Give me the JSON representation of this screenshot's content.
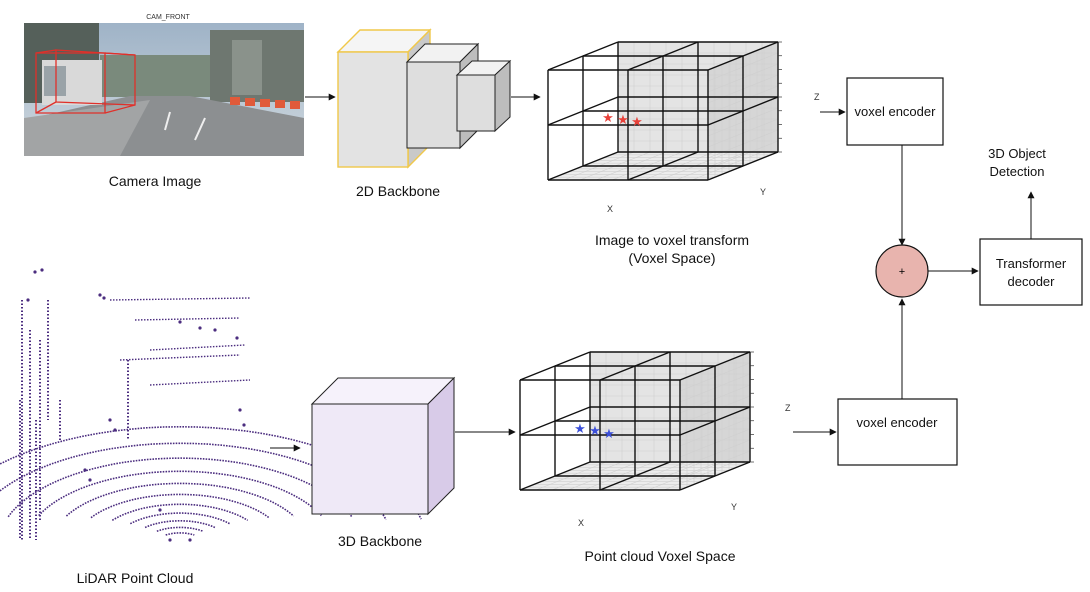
{
  "camera": {
    "caption": "CAM_FRONT",
    "label": "Camera Image"
  },
  "lidar": {
    "label": "LiDAR Point Cloud"
  },
  "backbone2d": {
    "label": "2D Backbone"
  },
  "backbone3d": {
    "label": "3D Backbone"
  },
  "voxel_top": {
    "label_line1": "Image to voxel transform",
    "label_line2": "(Voxel Space)",
    "axis_x": "X",
    "axis_y": "Y",
    "axis_z": "Z",
    "star_color": "#e8413a"
  },
  "voxel_bottom": {
    "label": "Point cloud  Voxel Space",
    "axis_x": "X",
    "axis_y": "Y",
    "axis_z": "Z",
    "star_color": "#3b4fd9"
  },
  "encoder_top": {
    "label": "voxel encoder"
  },
  "encoder_bottom": {
    "label": "voxel encoder"
  },
  "fusion": {
    "symbol": "+",
    "fill": "#e8b4ae"
  },
  "decoder": {
    "label_line1": "Transformer",
    "label_line2": "decoder"
  },
  "output": {
    "label_line1": "3D Object",
    "label_line2": "Detection"
  },
  "colors": {
    "backbone2d_face": "#e3e3e3",
    "backbone2d_border": "#f0c84a",
    "backbone3d_face": "#efe9f7",
    "backbone3d_side": "#d8cbe8",
    "voxel_wall": "#e4e4e4",
    "lidar_points": "#4b2d7f"
  }
}
